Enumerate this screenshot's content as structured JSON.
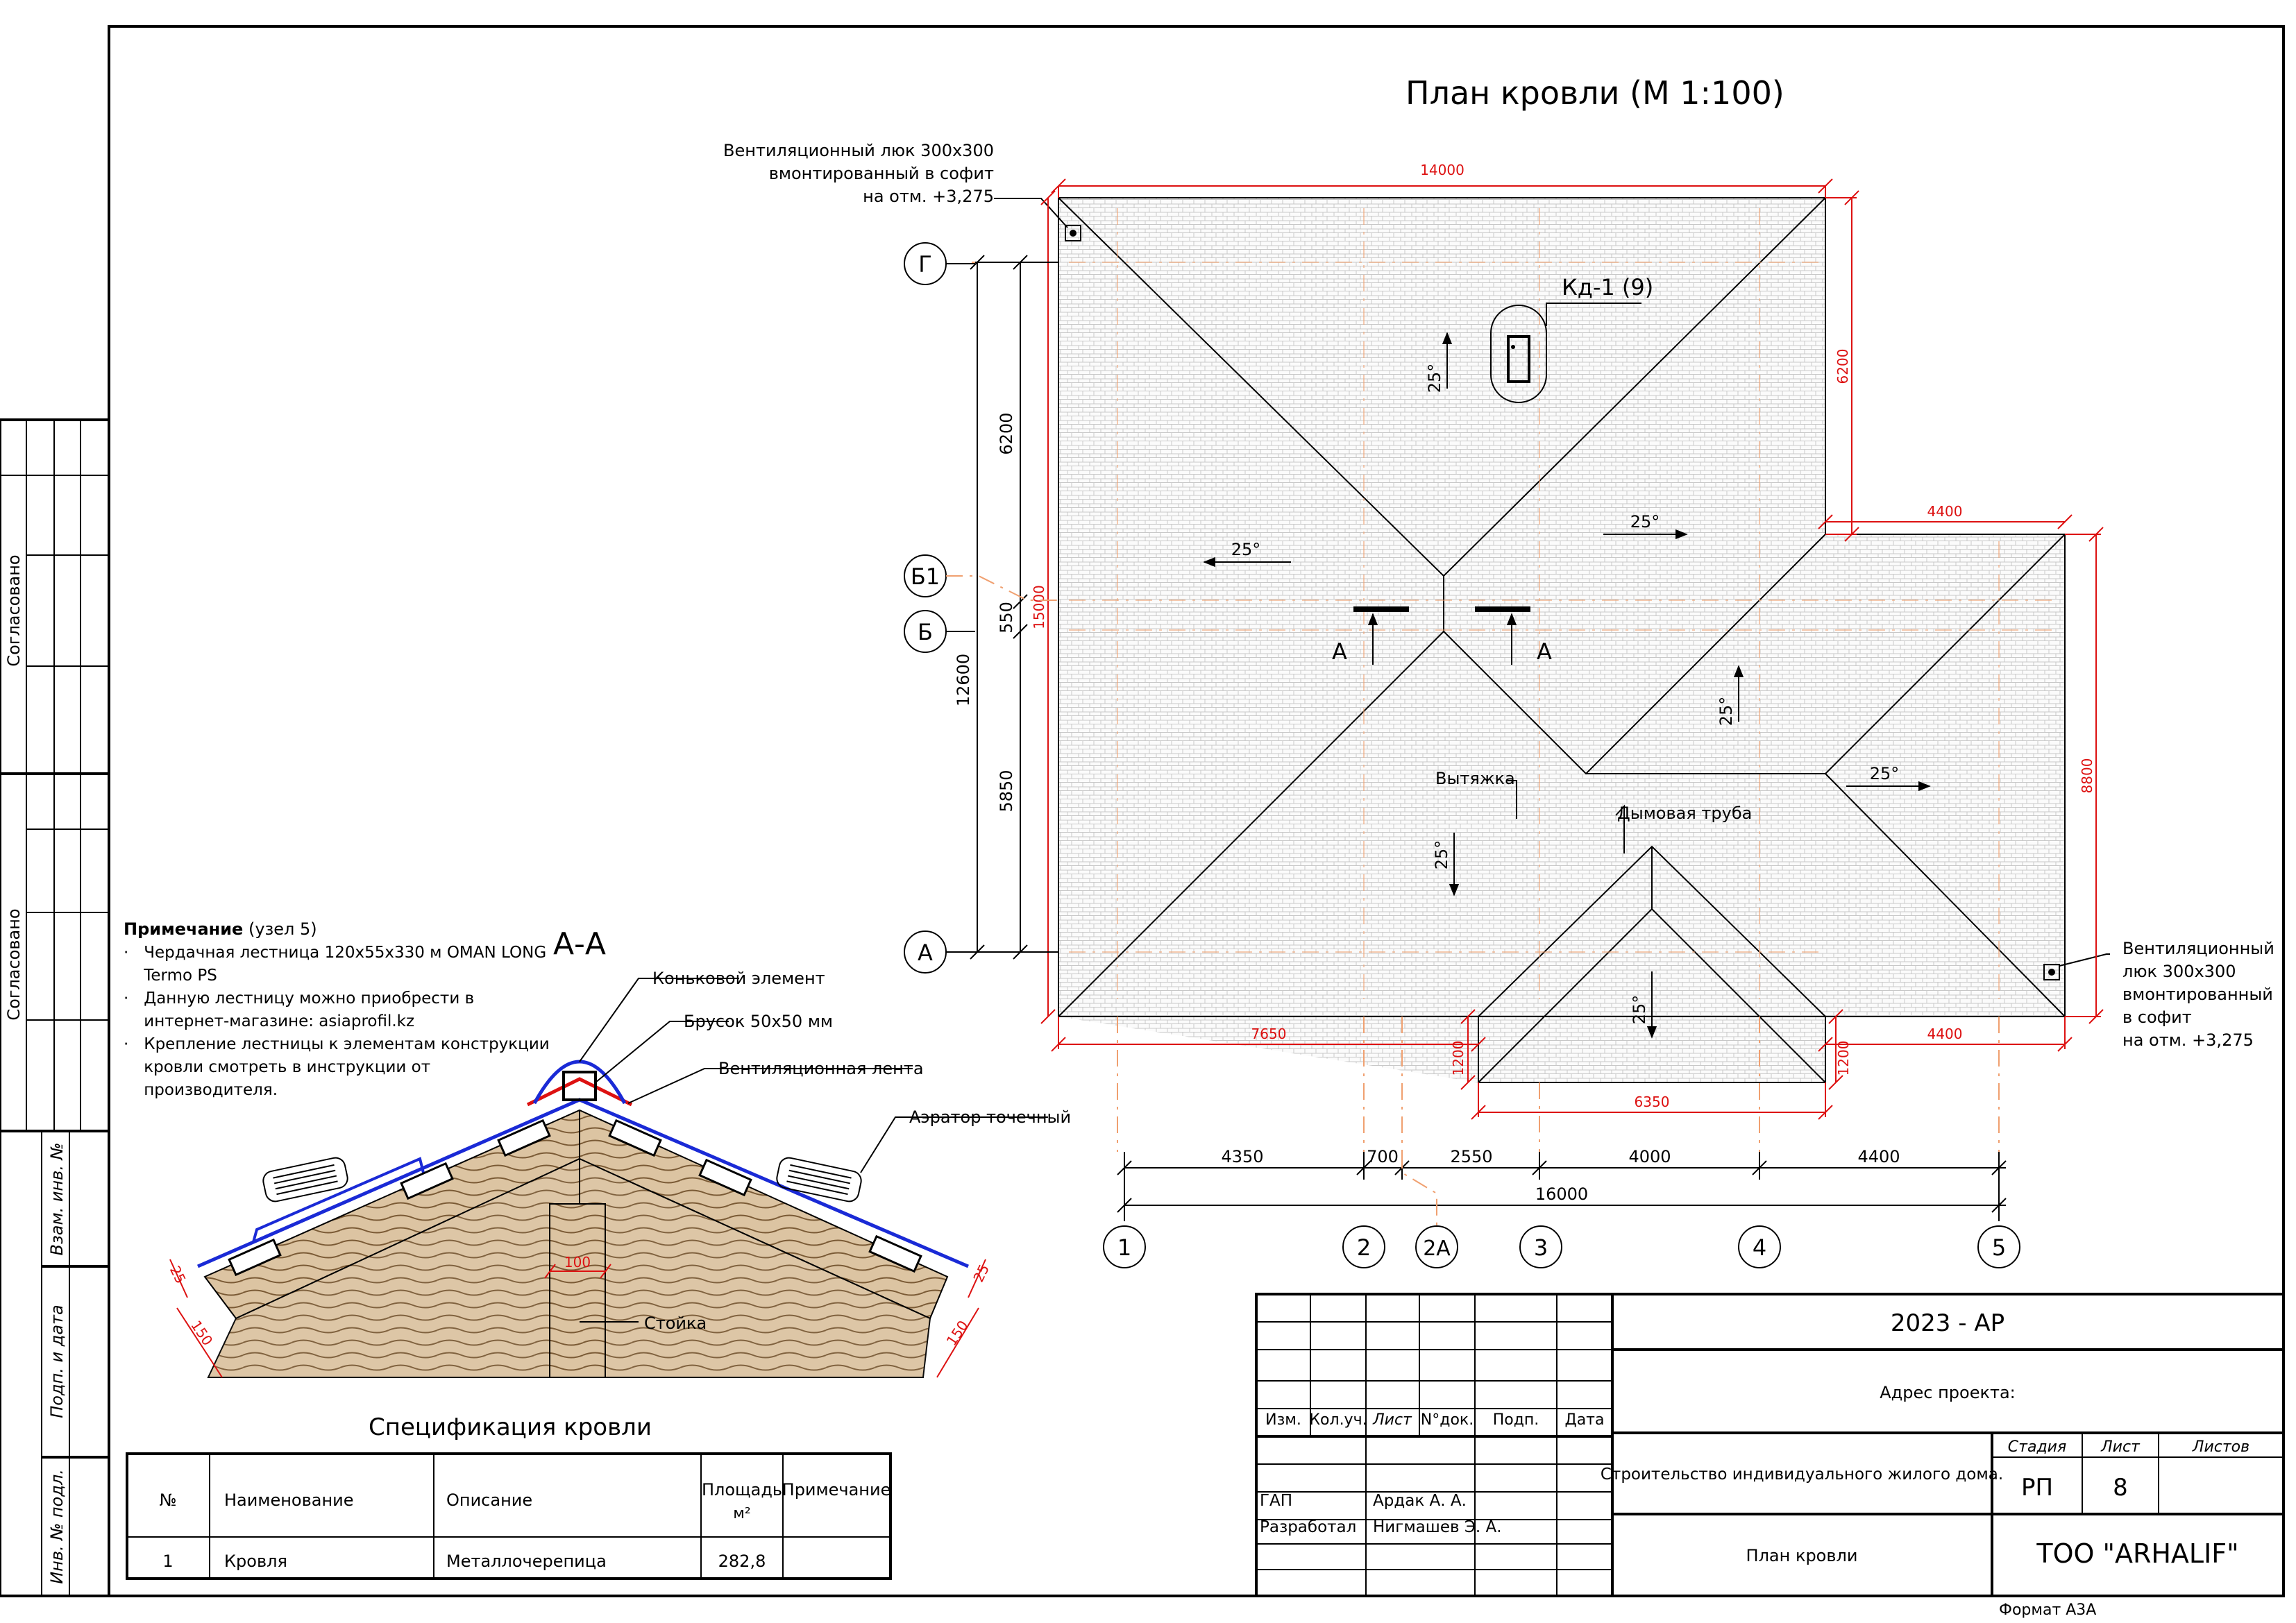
{
  "drawing_title": "План кровли (М 1:100)",
  "section_title": "А-А",
  "callouts": {
    "vent_hatch_tl": [
      "Вентиляционный люк 300х300",
      "вмонтированный в софит",
      "на отм. +3,275"
    ],
    "vent_hatch_br": [
      "Вентиляционный",
      "люк 300х300",
      "вмонтированный",
      "в софит",
      "на отм. +3,275"
    ],
    "roof_window": "Кд-1 (9)",
    "exhaust": "Вытяжка",
    "chimney": "Дымовая труба",
    "section_mark": "А"
  },
  "slopes": [
    "25°",
    "25°",
    "25°",
    "25°",
    "25°",
    "25°",
    "25°",
    "25°"
  ],
  "axes_rows": [
    "Г",
    "Б1",
    "Б",
    "А"
  ],
  "axes_cols": [
    "1",
    "2",
    "2А",
    "3",
    "4",
    "5"
  ],
  "dims_red": {
    "top": "14000",
    "right_upper": "6200",
    "wing_top": "4400",
    "wing_right": "8800",
    "left_total": "15000",
    "bottom_left": "7650",
    "bottom_right": "4400",
    "bottom_mid": "6350",
    "small_left": "1200",
    "small_right": "1200"
  },
  "dims_black": {
    "left_6200": "6200",
    "left_550": "550",
    "left_5850": "5850",
    "left_12600": "12600",
    "b_4350": "4350",
    "b_700": "700",
    "b_2550": "2550",
    "b_4000": "4000",
    "b_4400": "4400",
    "b_16000": "16000"
  },
  "section_labels": {
    "ridge": "Коньковой элемент",
    "bar": "Брусок 50х50 мм",
    "vent_tape": "Вентиляционная лента",
    "aerator": "Аэратор точечный",
    "post": "Стойка",
    "d25": "25",
    "d150": "150",
    "d100": "100"
  },
  "note": {
    "title": "Примечание",
    "title_suffix": " (узел 5)",
    "lines": [
      "·   Чердачная лестница 120х55х330 м OMAN LONG",
      "    Termo PS",
      "·   Данную лестницу можно приобрести в",
      "    интернет-магазине: asiaprofil.kz",
      "·   Крепление лестницы к элементам конструкции",
      "    кровли смотреть в инструкции от",
      "    производителя."
    ]
  },
  "spec": {
    "title": "Спецификация кровли",
    "headers": [
      "№",
      "Наименование",
      "Описание",
      "Площадь",
      "м²",
      "Примечание"
    ],
    "rows": [
      [
        "1",
        "Кровля",
        "Металлочерепица",
        "282,8",
        ""
      ]
    ]
  },
  "side_stamp": {
    "agreed1": "Согласовано",
    "agreed2": "Согласовано",
    "inv_replace": "Взам. инв. №",
    "sign_date": "Подп. и дата",
    "inv_orig": "Инв. № подл."
  },
  "title_block": {
    "code": "2023 - АР",
    "address": "Адрес проекта:",
    "project": "Строительство индивидуального жилого дома.",
    "sheet_name": "План кровли",
    "company": "ТОО \"ARHALIF\"",
    "stage_h": "Стадия",
    "sheet_h": "Лист",
    "sheets_h": "Листов",
    "stage": "РП",
    "sheet": "8",
    "sheets": "",
    "col_heads": [
      "Изм.",
      "Кол.уч.",
      "Лист",
      "N°док.",
      "Подп.",
      "Дата"
    ],
    "roles": [
      {
        "role": "ГАП",
        "name": "Ардак А. А."
      },
      {
        "role": "Разработал",
        "name": "Нигмашев Э. А."
      }
    ],
    "format": "Формат А3А"
  }
}
